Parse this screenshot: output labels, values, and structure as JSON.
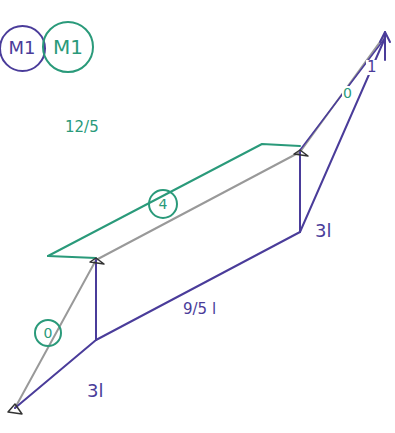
{
  "diagram": {
    "nodes": [
      {
        "text": [
          "M1"
        ]
      },
      {
        "text": [
          "M1"
        ]
      },
      {
        "text": [
          "4"
        ]
      },
      {
        "text": [
          "0"
        ]
      }
    ],
    "labels": [
      "12/5",
      "1",
      "0",
      "3l",
      "9/5 l",
      "3l"
    ]
  }
}
